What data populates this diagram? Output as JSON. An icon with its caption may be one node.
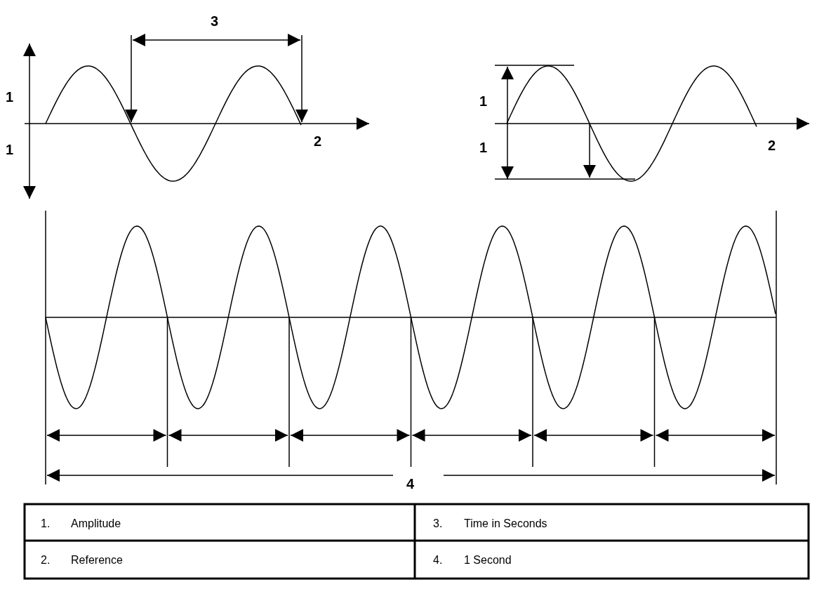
{
  "diagram": {
    "labels": [
      "3",
      "1",
      "1",
      "2",
      "1",
      "1",
      "2",
      "4",
      "1.",
      "Amplitude",
      "3.",
      "Time in Seconds",
      "2.",
      "Reference",
      "4.",
      "1 Second"
    ]
  }
}
